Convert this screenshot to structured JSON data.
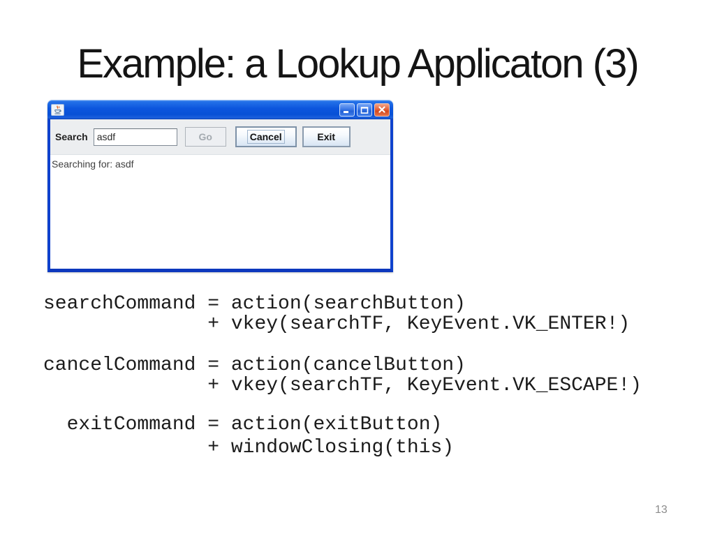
{
  "slide": {
    "title": "Example: a Lookup Applicaton (3)",
    "page_number": "13"
  },
  "window": {
    "titlebar": {
      "icon": "java-coffee-cup-icon",
      "controls": [
        "minimize",
        "maximize",
        "close"
      ]
    },
    "toolbar": {
      "search_label": "Search",
      "search_value": "asdf",
      "go_label": "Go",
      "go_state": "disabled",
      "cancel_label": "Cancel",
      "cancel_state": "focused",
      "exit_label": "Exit"
    },
    "status_text": "Searching for: asdf"
  },
  "code": {
    "block1_line1": "searchCommand = action(searchButton)",
    "block1_line2": "              + vkey(searchTF, KeyEvent.VK_ENTER!)",
    "block2_line1": "cancelCommand = action(cancelButton)",
    "block2_line2": "              + vkey(searchTF, KeyEvent.VK_ESCAPE!)",
    "block3_line1": "  exitCommand = action(exitButton)",
    "block3_line2": "              + windowClosing(this)"
  },
  "colors": {
    "titlebar_blue": "#0c55dd",
    "window_border_blue": "#0f42cd",
    "close_button_red": "#e66238",
    "toolbar_bg": "#eceef0",
    "disabled_text": "#a4aab0",
    "page_number_gray": "#8c8c8c"
  }
}
